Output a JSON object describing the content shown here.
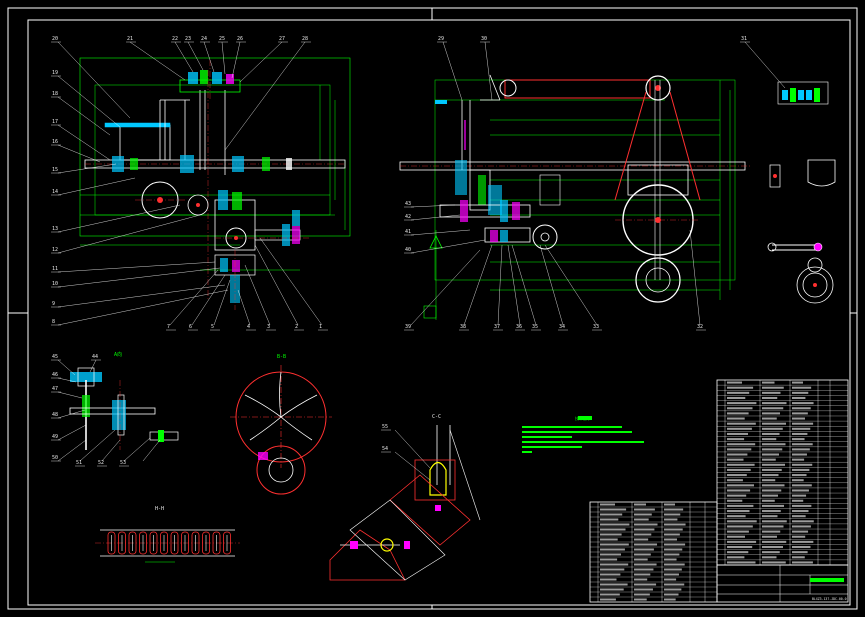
{
  "drawing": {
    "background": "#000000",
    "frame_color": "#ffffff",
    "line_colors": {
      "part": "#ffffff",
      "center": "#ff3030",
      "dimension": "#00ff00",
      "hidden": "#00c8ff",
      "highlight": "#ff00ff",
      "yellow": "#ffff00"
    }
  },
  "callouts_view1_left": [
    "20",
    "19",
    "18",
    "17",
    "16",
    "15",
    "14",
    "13",
    "12",
    "11",
    "10",
    "9",
    "8"
  ],
  "callouts_view1_top": [
    "21",
    "22",
    "23",
    "24",
    "25",
    "26",
    "27",
    "28"
  ],
  "callouts_view1_bottom": [
    "7",
    "6",
    "5",
    "4",
    "3",
    "2",
    "1"
  ],
  "callouts_view2_top": [
    "29",
    "30"
  ],
  "callouts_view2_left": [
    "43",
    "42",
    "41",
    "40"
  ],
  "callouts_view2_bottom": [
    "39",
    "38",
    "37",
    "36",
    "35",
    "34",
    "33",
    "32"
  ],
  "callouts_view3": [
    "31"
  ],
  "callouts_detail": [
    "45",
    "44",
    "46",
    "47",
    "48",
    "49",
    "50",
    "51",
    "52",
    "53"
  ],
  "callouts_section": [
    "55",
    "54"
  ],
  "view_titles": {
    "a": "A向",
    "b": "B-B",
    "c": "C-C",
    "h": "H-H"
  },
  "notes_title": "技术要求",
  "title_block": {
    "drawing_no": "BLXZ3-137-JDC-00-0"
  }
}
